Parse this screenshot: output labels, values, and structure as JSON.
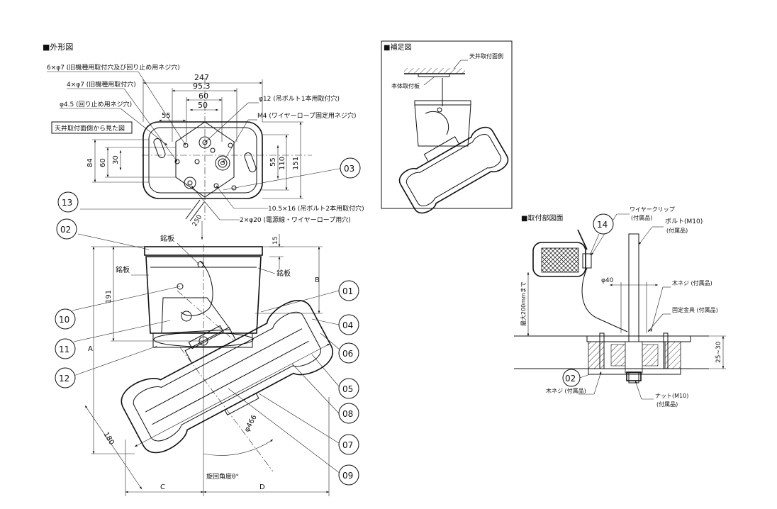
{
  "sections": {
    "outline_title": "■外形図",
    "supplement_title": "■補足図",
    "mount_title": "■取付部図面"
  },
  "outline": {
    "note_6x7": "6×φ7 (旧機種用取付穴及び回り止め用ネジ穴)",
    "note_4x7": "4×φ7 (旧機種用取付穴)",
    "note_4_5": "φ4.5 (回り止め用ネジ穴)",
    "note_view": "天井取付面側から見た図",
    "note_12": "φ12 (吊ボルト1本用取付穴)",
    "note_m4": "M4 (ワイヤーロープ固定用ネジ穴)",
    "note_10_5": "10.5×16 (吊ボルト2本用取付穴)",
    "note_2x20": "2×φ20 (電源線・ワイヤーロープ用穴)",
    "dim_247": "247",
    "dim_95_3": "95.3",
    "dim_60": "60",
    "dim_50": "50",
    "dim_55_top": "55",
    "dim_55_right": "55",
    "dim_84": "84",
    "dim_60_v": "60",
    "dim_30_v": "30",
    "dim_110": "110",
    "dim_151": "151",
    "dim_250": "250",
    "dim_15": "15",
    "dim_191": "191",
    "dim_B": "B",
    "dim_A": "A",
    "dim_180": "180",
    "dim_466": "φ466",
    "dim_C": "C",
    "dim_D": "D",
    "rotation": "旋回角度θ°",
    "nameplate_1": "銘板",
    "nameplate_2": "銘板",
    "nameplate_3": "銘板"
  },
  "bubbles": [
    "01",
    "02",
    "03",
    "04",
    "05",
    "06",
    "07",
    "08",
    "09",
    "10",
    "11",
    "12",
    "13"
  ],
  "supplement": {
    "ceiling_side": "天井取付面側",
    "body_plate": "本体取付板"
  },
  "mount": {
    "bubble_14": "14",
    "bubble_02": "02",
    "wire_clip": "ワイヤークリップ",
    "wire_clip_sub": "(付属品)",
    "bolt": "ボルト(M10)",
    "bolt_sub": "(付属品)",
    "dia_40": "φ40",
    "wood_screw_top": "木ネジ (付属品)",
    "bracket": "固定金具 (付属品)",
    "max200": "最大200mmまで",
    "dim_25_30": "25~30",
    "wood_screw_bottom": "木ネジ (付属品)",
    "nut": "ナット(M10)",
    "nut_sub": "(付属品)"
  }
}
